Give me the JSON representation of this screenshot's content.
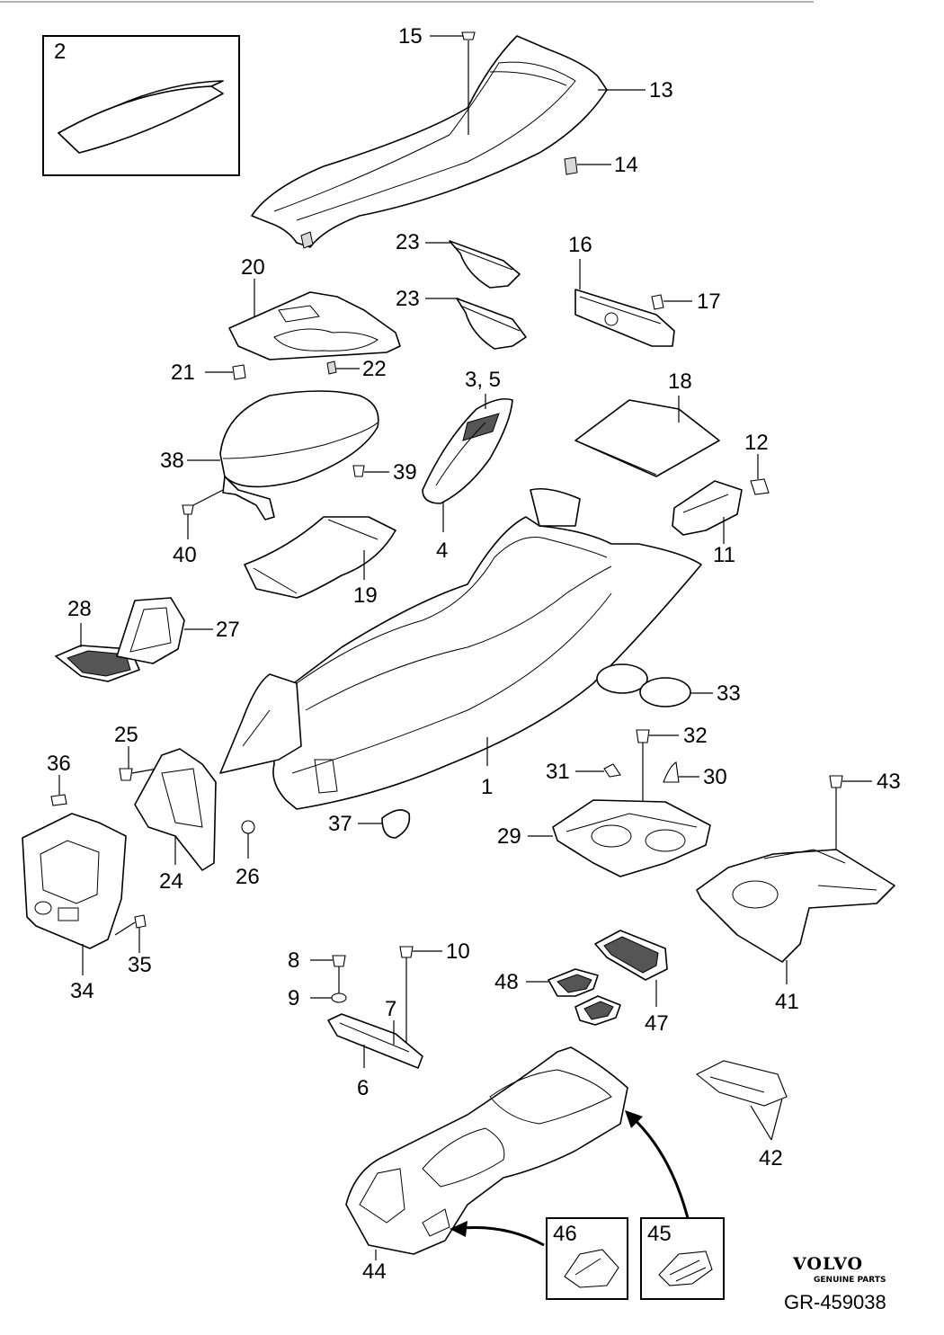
{
  "diagram": {
    "callouts": {
      "c1": "1",
      "c2": "2",
      "c3_5": "3, 5",
      "c4": "4",
      "c6": "6",
      "c7": "7",
      "c8": "8",
      "c9": "9",
      "c10": "10",
      "c11": "11",
      "c12": "12",
      "c13": "13",
      "c14": "14",
      "c15": "15",
      "c16": "16",
      "c17": "17",
      "c18": "18",
      "c19": "19",
      "c20": "20",
      "c21": "21",
      "c22": "22",
      "c23a": "23",
      "c23b": "23",
      "c24": "24",
      "c25": "25",
      "c26": "26",
      "c27": "27",
      "c28": "28",
      "c29": "29",
      "c30": "30",
      "c31": "31",
      "c32": "32",
      "c33": "33",
      "c34": "34",
      "c35": "35",
      "c36": "36",
      "c37": "37",
      "c38": "38",
      "c39": "39",
      "c40": "40",
      "c41": "41",
      "c42": "42",
      "c43": "43",
      "c44": "44",
      "c45": "45",
      "c46": "46",
      "c47": "47",
      "c48": "48"
    },
    "brand": {
      "name": "VOLVO",
      "tagline": "GENUINE PARTS"
    },
    "reference": "GR-459038"
  }
}
